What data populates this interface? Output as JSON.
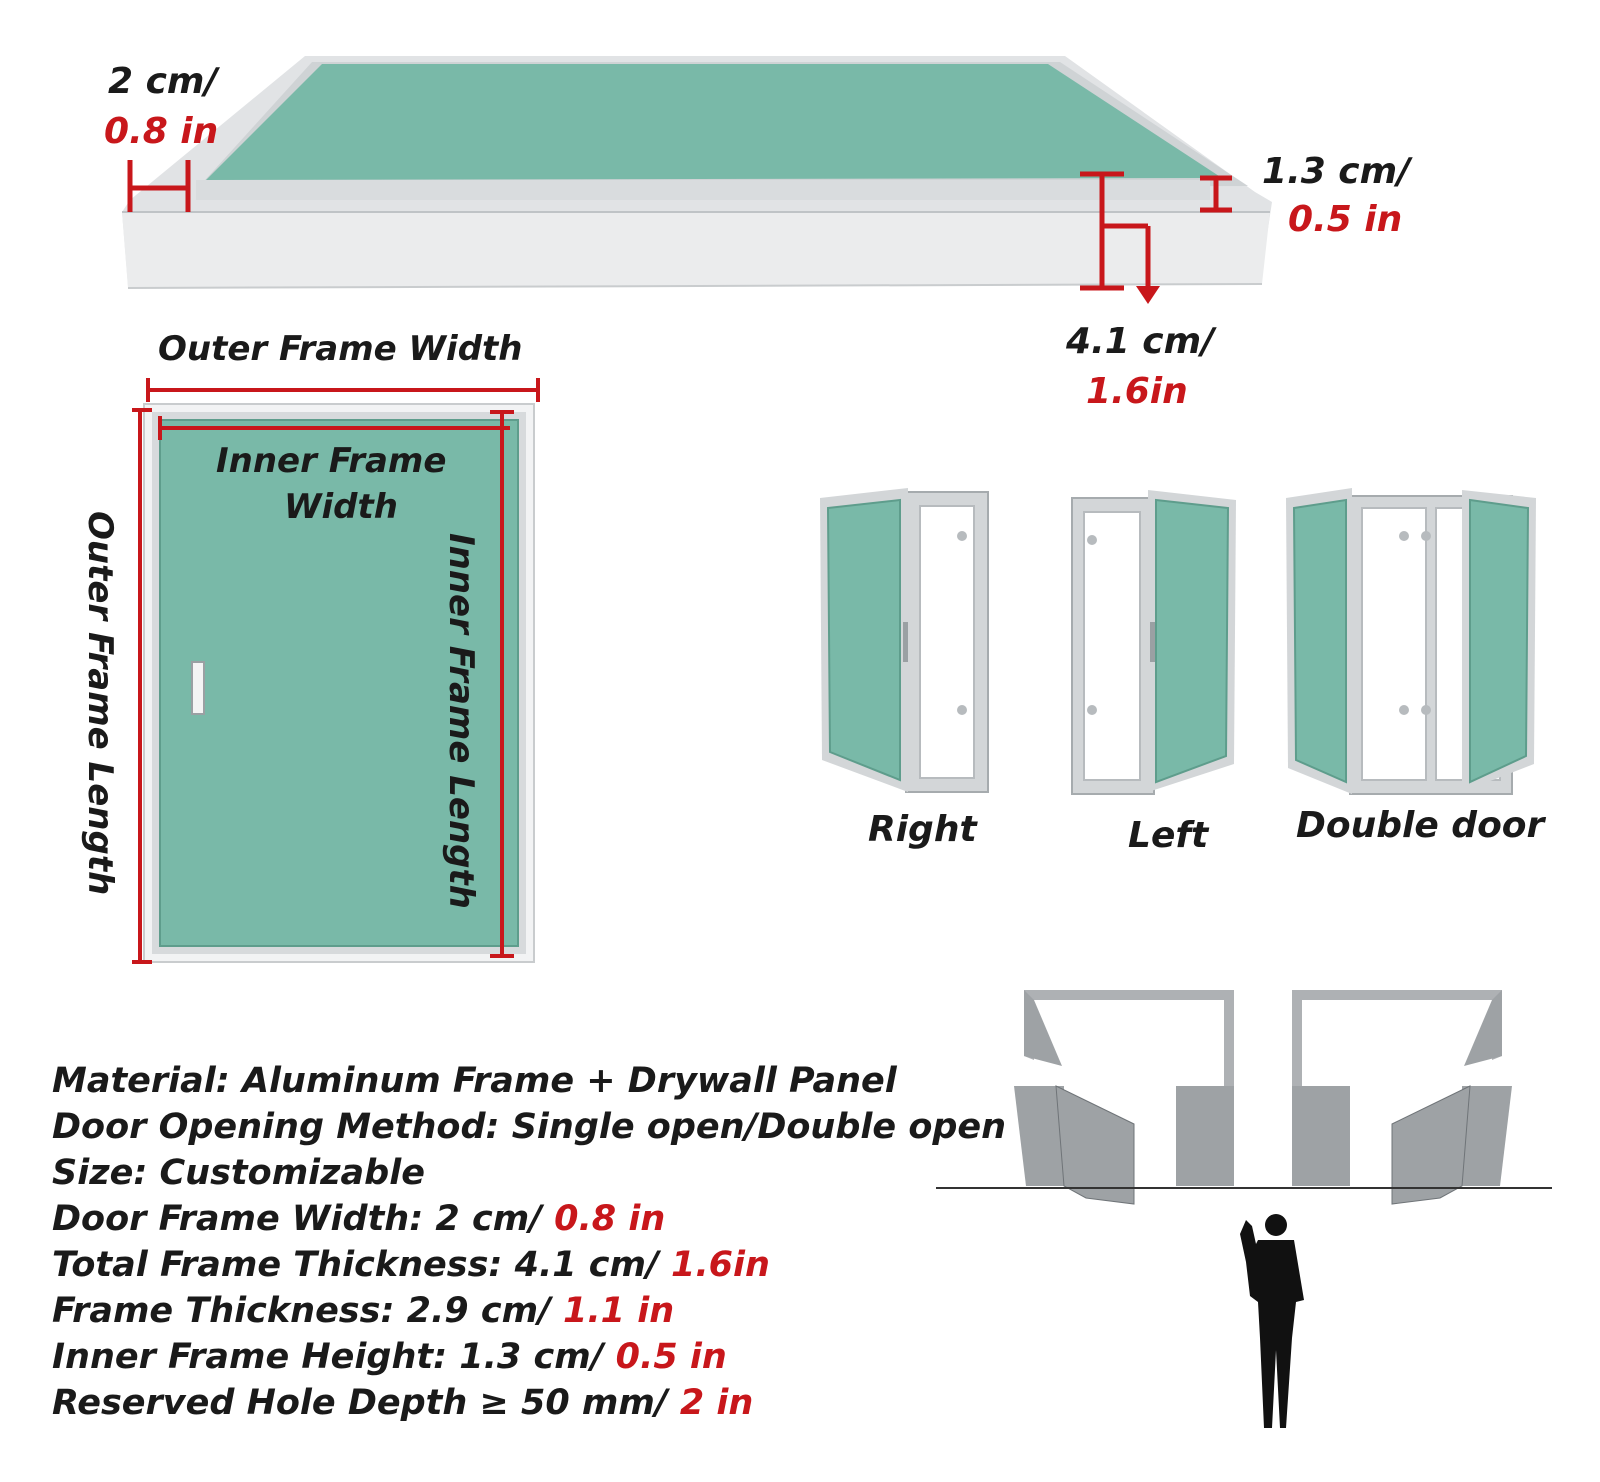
{
  "colors": {
    "panel": "#79b9a8",
    "frame": "#cfd2d4",
    "dim_red": "#c8171b",
    "text": "#1a1a1a"
  },
  "top_dims": {
    "frame_width_cm": "2 cm/",
    "frame_width_in": "0.8 in",
    "inner_height_cm": "1.3 cm/",
    "inner_height_in": "0.5 in",
    "total_thickness_cm": "4.1 cm/",
    "total_thickness_in": "1.6in"
  },
  "front": {
    "outer_width": "Outer Frame Width",
    "inner_width_line1": "Inner Frame",
    "inner_width_line2": "Width",
    "outer_length": "Outer Frame Length",
    "inner_length": "Inner Frame Length"
  },
  "door_types": [
    "Right",
    "Left",
    "Double door"
  ],
  "specs": [
    {
      "label": "Material: Aluminum Frame + Drywall Panel",
      "highlight": ""
    },
    {
      "label": "Door Opening Method: Single open/Double open",
      "highlight": ""
    },
    {
      "label": "Size: Customizable",
      "highlight": ""
    },
    {
      "label": "Door Frame Width: 2 cm/ ",
      "highlight": "0.8 in"
    },
    {
      "label": "Total Frame Thickness: 4.1 cm/ ",
      "highlight": "1.6in"
    },
    {
      "label": "Frame Thickness: 2.9 cm/ ",
      "highlight": "1.1 in"
    },
    {
      "label": "Inner Frame Height: 1.3 cm/ ",
      "highlight": "0.5 in"
    },
    {
      "label": "Reserved Hole Depth ≥ 50 mm/ ",
      "highlight": "2 in"
    }
  ]
}
